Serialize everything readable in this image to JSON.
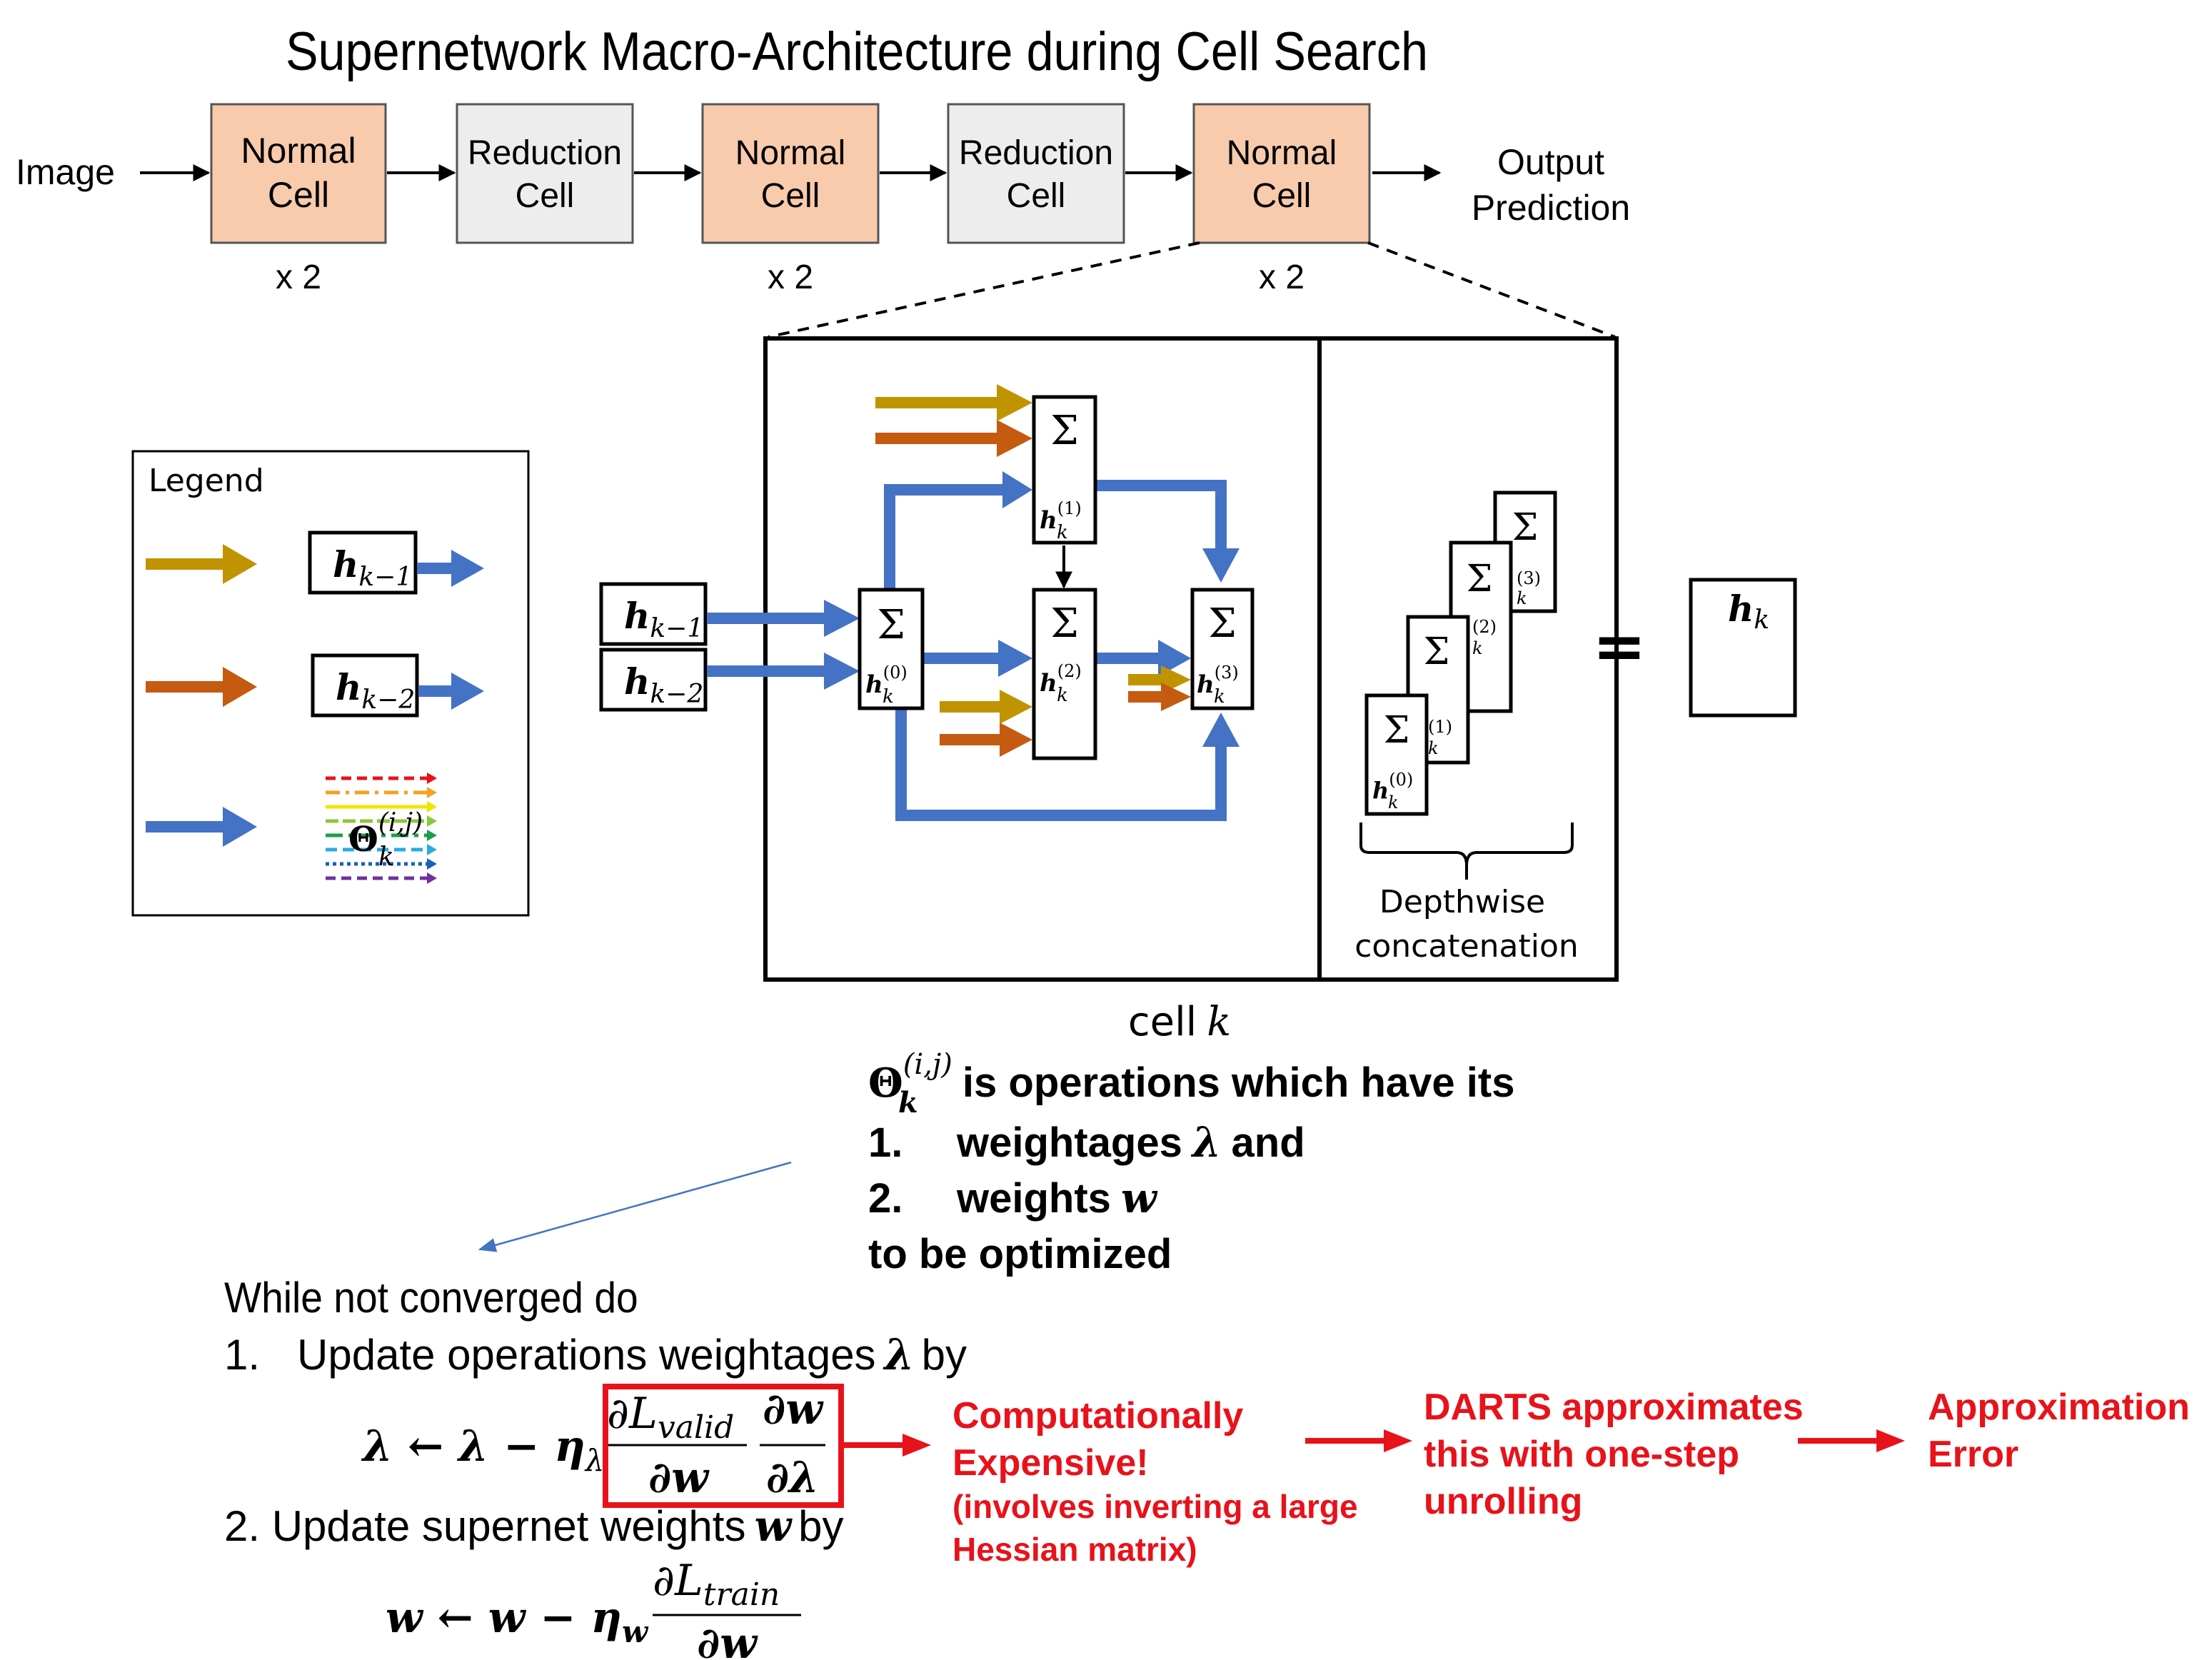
{
  "title": "Supernetwork Macro-Architecture during Cell Search",
  "pipeline": {
    "input_label": "Image",
    "output_label_line1": "Output",
    "output_label_line2": "Prediction",
    "cells": [
      {
        "line1": "Normal",
        "line2": "Cell",
        "repeat": "x 2",
        "kind": "normal"
      },
      {
        "line1": "Reduction",
        "line2": "Cell",
        "repeat": "",
        "kind": "reduction"
      },
      {
        "line1": "Normal",
        "line2": "Cell",
        "repeat": "x 2",
        "kind": "normal"
      },
      {
        "line1": "Reduction",
        "line2": "Cell",
        "repeat": "",
        "kind": "reduction"
      },
      {
        "line1": "Normal",
        "line2": "Cell",
        "repeat": "x 2",
        "kind": "normal"
      }
    ]
  },
  "legend": {
    "title": "Legend",
    "entries": [
      {
        "label": "h",
        "sub": "k−1",
        "arrow_color": "#C09400"
      },
      {
        "label": "h",
        "sub": "k−2",
        "arrow_color": "#C55A11"
      },
      {
        "label": "Θ",
        "sub": "k",
        "sup": "(i,j)",
        "arrow_color": "#4472C4"
      }
    ]
  },
  "cell": {
    "caption_word": "cell",
    "caption_var": "k",
    "sum_symbol": "Σ",
    "inputs": [
      {
        "label": "h",
        "sub": "k−1"
      },
      {
        "label": "h",
        "sub": "k−2"
      }
    ],
    "nodes": [
      {
        "label": "h",
        "sub": "k",
        "sup": "(0)"
      },
      {
        "label": "h",
        "sub": "k",
        "sup": "(1)"
      },
      {
        "label": "h",
        "sub": "k",
        "sup": "(2)"
      },
      {
        "label": "h",
        "sub": "k",
        "sup": "(3)"
      }
    ],
    "concat_label_line1": "Depthwise",
    "concat_label_line2": "concatenation",
    "equals": "=",
    "output": {
      "label": "h",
      "sub": "k"
    }
  },
  "operations_note": {
    "symbol": "Θ",
    "sub": "k",
    "sup": "(i,j)",
    "line1_rest": "is operations which have its",
    "item1_num": "1.",
    "item1_text": "weightages",
    "item1_var": "λ",
    "item1_tail": "and",
    "item2_num": "2.",
    "item2_text": "weights",
    "item2_var": "w",
    "line4": "to be optimized"
  },
  "algorithm": {
    "header": "While not converged do",
    "step1_num": "1.",
    "step1_text": "Update operations weightages",
    "step1_var": "λ",
    "step1_tail": "by",
    "eq1_lhs": "λ ← λ − η",
    "eq1_lhs_sub": "λ",
    "eq1_num1": "∂L",
    "eq1_num1_sub": "valid",
    "eq1_den1": "∂w",
    "eq1_num2": "∂w",
    "eq1_den2": "∂λ",
    "step2_text": "2. Update supernet weights",
    "step2_var": "w",
    "step2_tail": "by",
    "eq2_lhs": "w ← w − η",
    "eq2_lhs_sub": "w",
    "eq2_num": "∂L",
    "eq2_num_sub": "train",
    "eq2_den": "∂w"
  },
  "annotations": {
    "color": "#E8121A",
    "note1_line1": "Computationally",
    "note1_line2": "Expensive!",
    "note1_line3": "(involves inverting a large",
    "note1_line4": "Hessian matrix)",
    "note2_line1": "DARTS approximates",
    "note2_line2": "this with one-step",
    "note2_line3": "unrolling",
    "note3_line1": "Approximation",
    "note3_line2": "Error"
  },
  "colors": {
    "normal_cell": "#F8CBAD",
    "reduction_cell": "#EDEDED",
    "gold": "#C09400",
    "orange": "#C55A11",
    "blue": "#4472C4",
    "red": "#E8121A"
  }
}
